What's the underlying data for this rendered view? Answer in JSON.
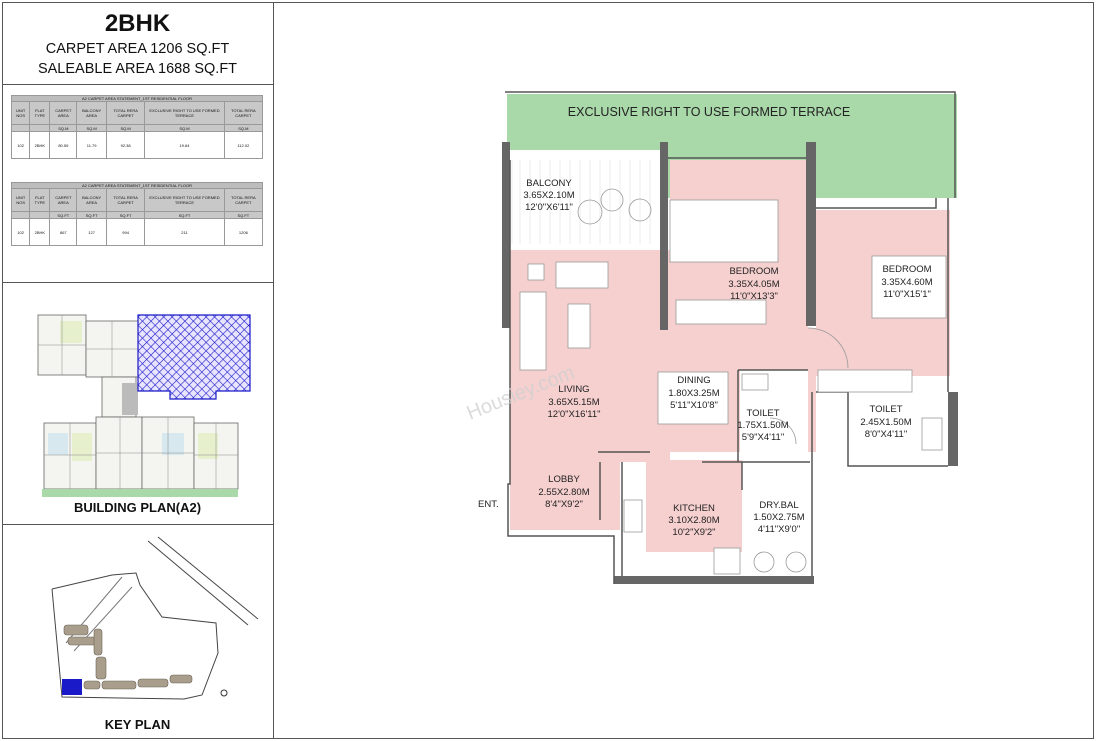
{
  "header": {
    "unit_type": "2BHK",
    "carpet_area": "CARPET AREA 1206 SQ.FT",
    "saleable_area": "SALEABLE AREA 1688 SQ.FT"
  },
  "table_sqm": {
    "caption": "A2 CARPET AREA STATEMENT_1ST RESIDENTIAL FLOOR",
    "headers": [
      "UNIT NOS",
      "FLAT TYPE",
      "CARPET AREA",
      "BALCONY AREA",
      "TOTAL RERA CARPET",
      "EXCLUSIVE RIGHT TO USE FORMED TERRACE",
      "TOTAL RERA CARPET"
    ],
    "units": [
      "",
      "",
      "SQ.M",
      "SQ.M",
      "SQ.M",
      "SQ.M",
      "SQ.M"
    ],
    "row": [
      "102",
      "2BHK",
      "80.59",
      "11.79",
      "92.38",
      "19.64",
      "112.02"
    ]
  },
  "table_sqft": {
    "caption": "A2 CARPET AREA STATEMENT_1ST RESIDENTIAL FLOOR",
    "headers": [
      "UNIT NOS",
      "FLAT TYPE",
      "CARPET AREA",
      "BALCONY AREA",
      "TOTAL RERA CARPET",
      "EXCLUSIVE RIGHT TO USE FORMED TERRACE",
      "TOTAL RERA CARPET"
    ],
    "units": [
      "",
      "",
      "SQ.FT",
      "SQ.FT",
      "SQ.FT",
      "SQ.FT",
      "SQ.FT"
    ],
    "row": [
      "102",
      "2BHK",
      "867",
      "127",
      "994",
      "211",
      "1206"
    ]
  },
  "building_plan_caption": "BUILDING PLAN(A2)",
  "key_plan_caption": "KEY PLAN",
  "watermark": "Housiey.com",
  "rooms": {
    "terrace": "EXCLUSIVE RIGHT TO USE FORMED TERRACE",
    "balcony": {
      "name": "BALCONY",
      "metric": "3.65X2.10M",
      "imperial": "12'0\"X6'11\""
    },
    "bedroom1": {
      "name": "BEDROOM",
      "metric": "3.35X4.05M",
      "imperial": "11'0\"X13'3\""
    },
    "bedroom2": {
      "name": "BEDROOM",
      "metric": "3.35X4.60M",
      "imperial": "11'0\"X15'1\""
    },
    "living": {
      "name": "LIVING",
      "metric": "3.65X5.15M",
      "imperial": "12'0\"X16'11\""
    },
    "dining": {
      "name": "DINING",
      "metric": "1.80X3.25M",
      "imperial": "5'11\"X10'8\""
    },
    "toilet1": {
      "name": "TOILET",
      "metric": "1.75X1.50M",
      "imperial": "5'9\"X4'11\""
    },
    "toilet2": {
      "name": "TOILET",
      "metric": "2.45X1.50M",
      "imperial": "8'0\"X4'11\""
    },
    "lobby": {
      "name": "LOBBY",
      "metric": "2.55X2.80M",
      "imperial": "8'4\"X9'2\""
    },
    "kitchen": {
      "name": "KITCHEN",
      "metric": "3.10X2.80M",
      "imperial": "10'2\"X9'2\""
    },
    "drybal": {
      "name": "DRY.BAL",
      "metric": "1.50X2.75M",
      "imperial": "4'11\"X9'0\""
    },
    "entrance": "ENT."
  },
  "colors": {
    "terrace": "#a9d8a9",
    "room_pink": "#f6cfcf",
    "wall": "#555555",
    "highlight_blue": "#1a1ac8"
  }
}
